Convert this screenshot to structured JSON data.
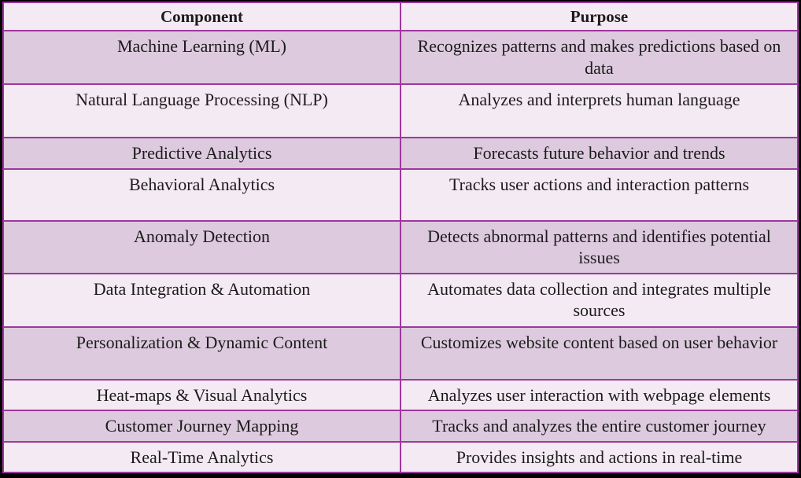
{
  "colors": {
    "frame_background": "#000000",
    "cell_border": "#9e379e",
    "row_light": "#f4eaf3",
    "row_dark": "#ddcade",
    "text": "#1b1b1b"
  },
  "table": {
    "columns": [
      "Component",
      "Purpose"
    ],
    "rows": [
      {
        "component": "Machine Learning (ML)",
        "purpose": "Recognizes patterns and makes predictions based on data"
      },
      {
        "component": "Natural Language Processing (NLP)",
        "purpose": "Analyzes and interprets human language"
      },
      {
        "component": "Predictive Analytics",
        "purpose": "Forecasts future behavior and trends"
      },
      {
        "component": "Behavioral Analytics",
        "purpose": "Tracks user actions and interaction patterns"
      },
      {
        "component": "Anomaly Detection",
        "purpose": "Detects abnormal patterns and identifies potential issues"
      },
      {
        "component": "Data Integration & Automation",
        "purpose": "Automates data collection and integrates multiple sources"
      },
      {
        "component": "Personalization & Dynamic Content",
        "purpose": "Customizes website content based on user behavior"
      },
      {
        "component": "Heat-maps & Visual Analytics",
        "purpose": "Analyzes user interaction with webpage elements"
      },
      {
        "component": "Customer Journey Mapping",
        "purpose": "Tracks and analyzes the entire customer journey"
      },
      {
        "component": "Real-Time Analytics",
        "purpose": "Provides insights and actions in real-time"
      }
    ]
  }
}
